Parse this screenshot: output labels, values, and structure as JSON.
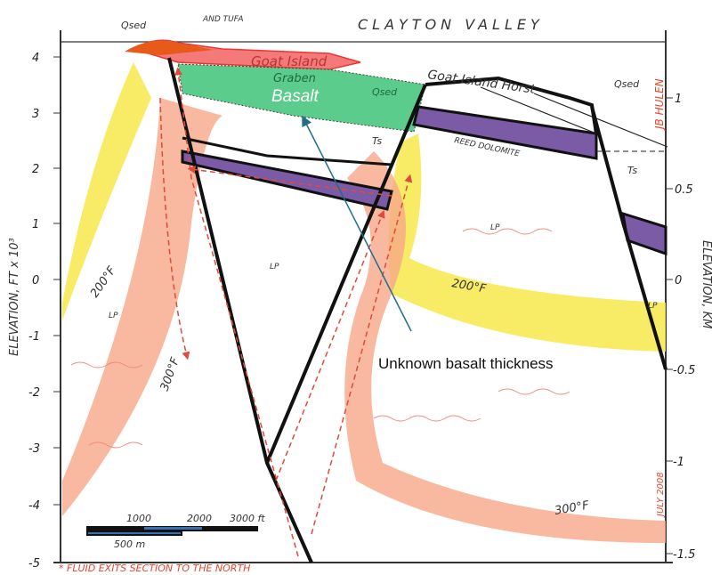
{
  "title": "CLAYTON VALLEY",
  "labels": {
    "and_tufa": "AND TUFA",
    "qsed_top": "Qsed",
    "goat_island": "Goat Island",
    "graben": "Graben",
    "basalt": "Basalt",
    "qsed_graben": "Qsed",
    "horst": "Goat Island Horst",
    "qsed_right": "Qsed",
    "reed_dolomite": "REED DOLOMITE",
    "ts_center": "Ts",
    "ts_right": "Ts",
    "lp_left": "LP",
    "lp_center": "LP",
    "lp_right": "LP",
    "lp_far_right": "LP",
    "t200_left": "200°F",
    "t200_right": "200°F",
    "t300_left": "300°F",
    "t300_bottom": "300°F",
    "annotation": "Unknown basalt thickness",
    "author": "JB HULEN",
    "date": "JULY 2008",
    "footnote": "* FLUID EXITS SECTION TO THE NORTH"
  },
  "left_axis": {
    "label": "ELEVATION, FT x 10³",
    "ticks": [
      "4",
      "3",
      "2",
      "1",
      "0",
      "-1",
      "-2",
      "-3",
      "-4",
      "-5"
    ]
  },
  "right_axis": {
    "label": "ELEVATION, KM",
    "ticks": [
      "1",
      "0.5",
      "0",
      "-0.5",
      "-1",
      "-1.5"
    ]
  },
  "scale_bar": {
    "ft_labels": [
      "1000",
      "2000",
      "3000 ft"
    ],
    "m_label": "500 m"
  },
  "colors": {
    "basalt_red": "#f47a7a",
    "graben_green": "#5ccc8c",
    "dolomite_purple": "#7b5aa6",
    "zone_200": "#f3e23a",
    "zone_300": "#f4a27f",
    "annotation_line": "#1f6f8b"
  }
}
